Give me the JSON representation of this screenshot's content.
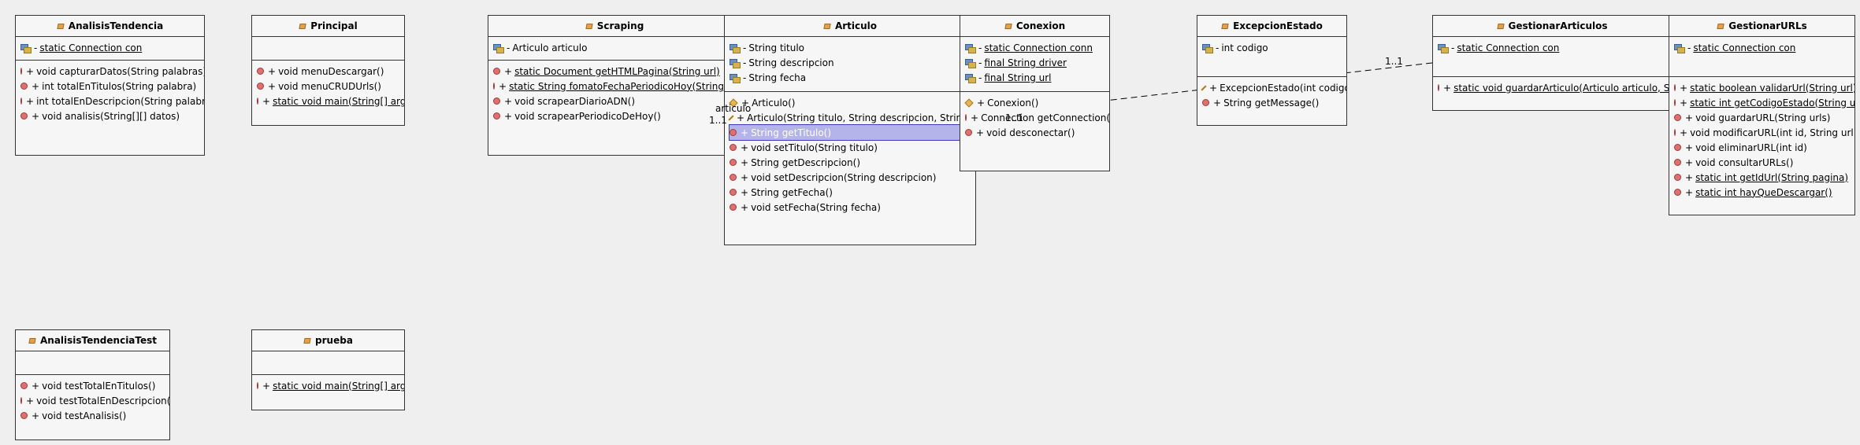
{
  "classes": [
    {
      "name": "AnalisisTendencia",
      "fields": [
        {
          "vis": "-",
          "text": "static Connection con",
          "static": true
        }
      ],
      "methods": [
        {
          "vis": "+",
          "text": "void capturarDatos(String palabras)"
        },
        {
          "vis": "+",
          "text": "int totalEnTitulos(String palabra)"
        },
        {
          "vis": "+",
          "text": "int totalEnDescripcion(String palabra)"
        },
        {
          "vis": "+",
          "text": "void analisis(String[][] datos)"
        }
      ]
    },
    {
      "name": "Principal",
      "fields": [],
      "methods": [
        {
          "vis": "+",
          "text": "void menuDescargar()"
        },
        {
          "vis": "+",
          "text": "void menuCRUDUrls()"
        },
        {
          "vis": "+",
          "text": "static void main(String[] args)",
          "static": true
        }
      ]
    },
    {
      "name": "Scraping",
      "fields": [
        {
          "vis": "-",
          "text": "Articulo articulo"
        }
      ],
      "methods": [
        {
          "vis": "+",
          "text": "static Document getHTMLPagina(String url)",
          "static": true
        },
        {
          "vis": "+",
          "text": "static String fomatoFechaPeriodicoHoy(String fech",
          "static": true
        },
        {
          "vis": "+",
          "text": "void scrapearDiarioADN()"
        },
        {
          "vis": "+",
          "text": "void scrapearPeriodicoDeHoy()"
        }
      ]
    },
    {
      "name": "Articulo",
      "fields": [
        {
          "vis": "-",
          "text": "String titulo"
        },
        {
          "vis": "-",
          "text": "String descripcion"
        },
        {
          "vis": "-",
          "text": "String fecha"
        }
      ],
      "methods": [
        {
          "vis": "+",
          "text": "Articulo()",
          "ctor": true
        },
        {
          "vis": "+",
          "text": "Articulo(String titulo, String descripcion, String fech",
          "ctor": true
        },
        {
          "vis": "+",
          "text": "String getTitulo()",
          "selected": true
        },
        {
          "vis": "+",
          "text": "void setTitulo(String titulo)"
        },
        {
          "vis": "+",
          "text": "String getDescripcion()"
        },
        {
          "vis": "+",
          "text": "void setDescripcion(String descripcion)"
        },
        {
          "vis": "+",
          "text": "String getFecha()"
        },
        {
          "vis": "+",
          "text": "void setFecha(String fecha)"
        }
      ]
    },
    {
      "name": "Conexion",
      "fields": [
        {
          "vis": "-",
          "text": "static Connection conn",
          "static": true
        },
        {
          "vis": "-",
          "text": "final String driver",
          "static": true
        },
        {
          "vis": "-",
          "text": "final String url",
          "static": true
        }
      ],
      "methods": [
        {
          "vis": "+",
          "text": "Conexion()",
          "ctor": true
        },
        {
          "vis": "+",
          "text": "Connection getConnection()"
        },
        {
          "vis": "+",
          "text": "void desconectar()"
        }
      ]
    },
    {
      "name": "ExcepcionEstado",
      "fields": [
        {
          "vis": "-",
          "text": "int codigo"
        }
      ],
      "methods": [
        {
          "vis": "+",
          "text": "ExcepcionEstado(int codigo)",
          "ctor": true
        },
        {
          "vis": "+",
          "text": "String getMessage()"
        }
      ]
    },
    {
      "name": "GestionarArticulos",
      "fields": [
        {
          "vis": "-",
          "text": "static Connection con",
          "static": true
        }
      ],
      "methods": [
        {
          "vis": "+",
          "text": "static void guardarArticulo(Articulo articulo, String d",
          "static": true
        }
      ]
    },
    {
      "name": "GestionarURLs",
      "fields": [
        {
          "vis": "-",
          "text": "static Connection con",
          "static": true
        }
      ],
      "methods": [
        {
          "vis": "+",
          "text": "static boolean validarUrl(String url)",
          "static": true
        },
        {
          "vis": "+",
          "text": "static int getCodigoEstado(String url)",
          "static": true
        },
        {
          "vis": "+",
          "text": "void guardarURL(String urls)"
        },
        {
          "vis": "+",
          "text": "void modificarURL(int id, String url)"
        },
        {
          "vis": "+",
          "text": "void eliminarURL(int id)"
        },
        {
          "vis": "+",
          "text": "void consultarURLs()"
        },
        {
          "vis": "+",
          "text": "static int getIdUrl(String pagina)",
          "static": true
        },
        {
          "vis": "+",
          "text": "static int hayQueDescargar()",
          "static": true
        }
      ]
    },
    {
      "name": "AnalisisTendenciaTest",
      "fields": [],
      "methods": [
        {
          "vis": "+",
          "text": "void testTotalEnTitulos()"
        },
        {
          "vis": "+",
          "text": "void testTotalEnDescripcion()"
        },
        {
          "vis": "+",
          "text": "void testAnalisis()"
        }
      ]
    },
    {
      "name": "prueba",
      "fields": [],
      "methods": [
        {
          "vis": "+",
          "text": "static void main(String[] args)",
          "static": true
        }
      ]
    }
  ],
  "associations": [
    {
      "label": "articulo",
      "multiplicity": "1..1"
    },
    {
      "label": "",
      "multiplicity": "1..1"
    },
    {
      "label": "",
      "multiplicity": "1..1"
    }
  ],
  "colors": {
    "background": "#efefef",
    "box": "#f6f6f6",
    "selected": "#b4b4ea"
  }
}
